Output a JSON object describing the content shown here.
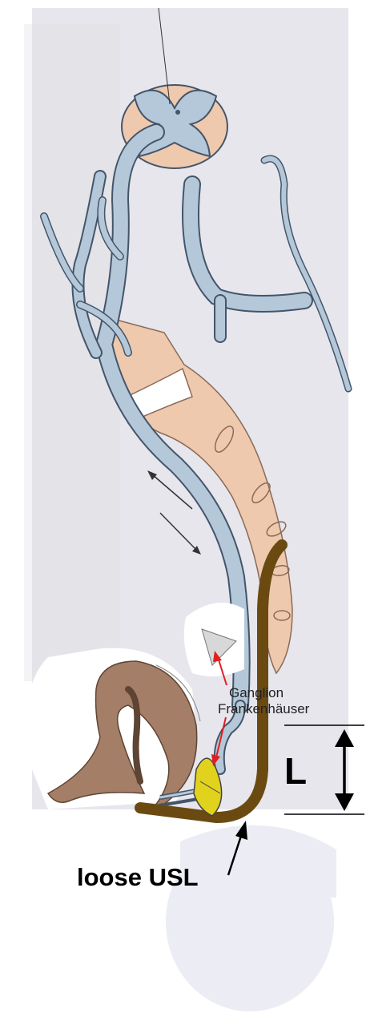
{
  "labels": {
    "ganglion_line1": "Ganglion",
    "ganglion_line2": "Frankenhäuser",
    "length_symbol": "L",
    "ligament": "loose USL"
  },
  "colors": {
    "background": "#ffffff",
    "page_scan": "#e6e6ec",
    "nerve": "#b4c8d9",
    "nerve_outline": "#44556a",
    "tissue": "#efc9ad",
    "tissue_dark": "#d9a788",
    "organ": "#a47e66",
    "ligament": "#6b4a12",
    "ganglion": "#e1d21e",
    "arrow_red": "#e01f1f",
    "text": "#000000"
  }
}
